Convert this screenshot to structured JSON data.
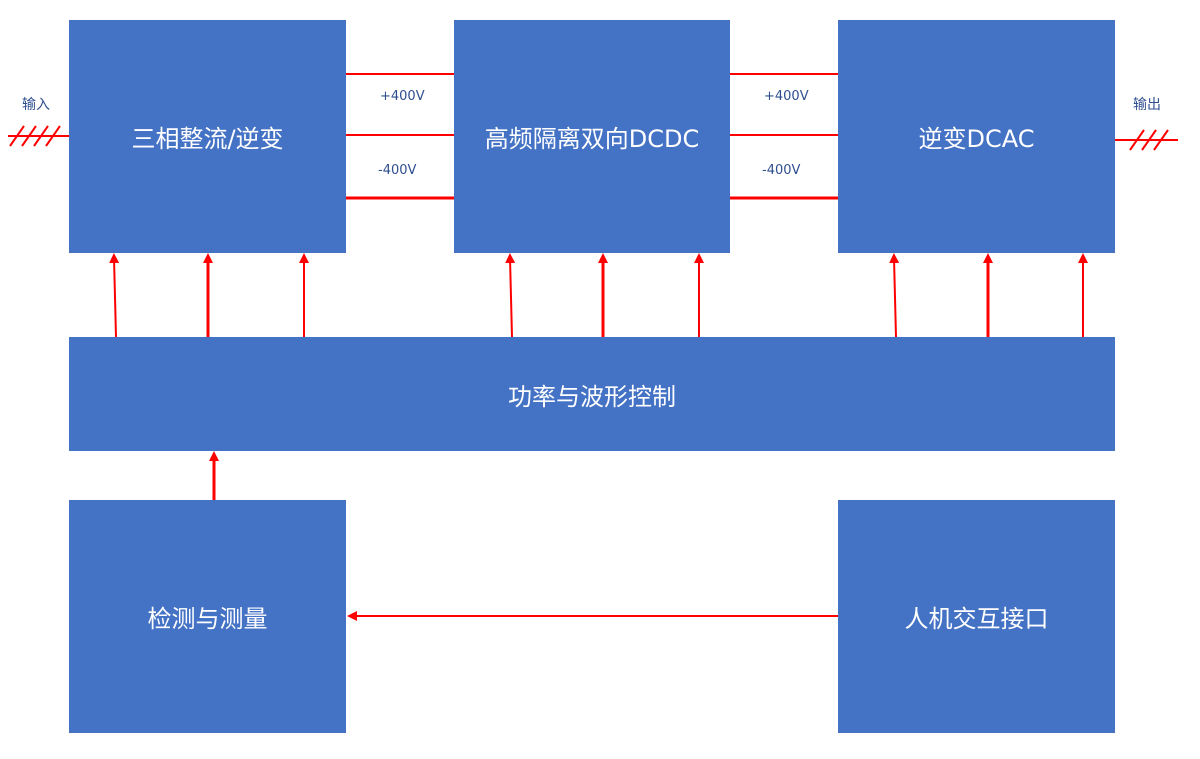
{
  "blocks": {
    "rectifier": "三相整流/逆变",
    "dcdc": "高频隔离双向DCDC",
    "inverter": "逆变DCAC",
    "control": "功率与波形控制",
    "measurement": "检测与测量",
    "hmi": "人机交互接口"
  },
  "io": {
    "input": "输入",
    "output": "输出"
  },
  "bus_labels": {
    "left_pos": "+400V",
    "left_neg": "-400V",
    "right_pos": "+400V",
    "right_neg": "-400V"
  },
  "colors": {
    "block_fill": "#4472c4",
    "wire": "#ff0000",
    "label_text": "#2f4f8f"
  }
}
